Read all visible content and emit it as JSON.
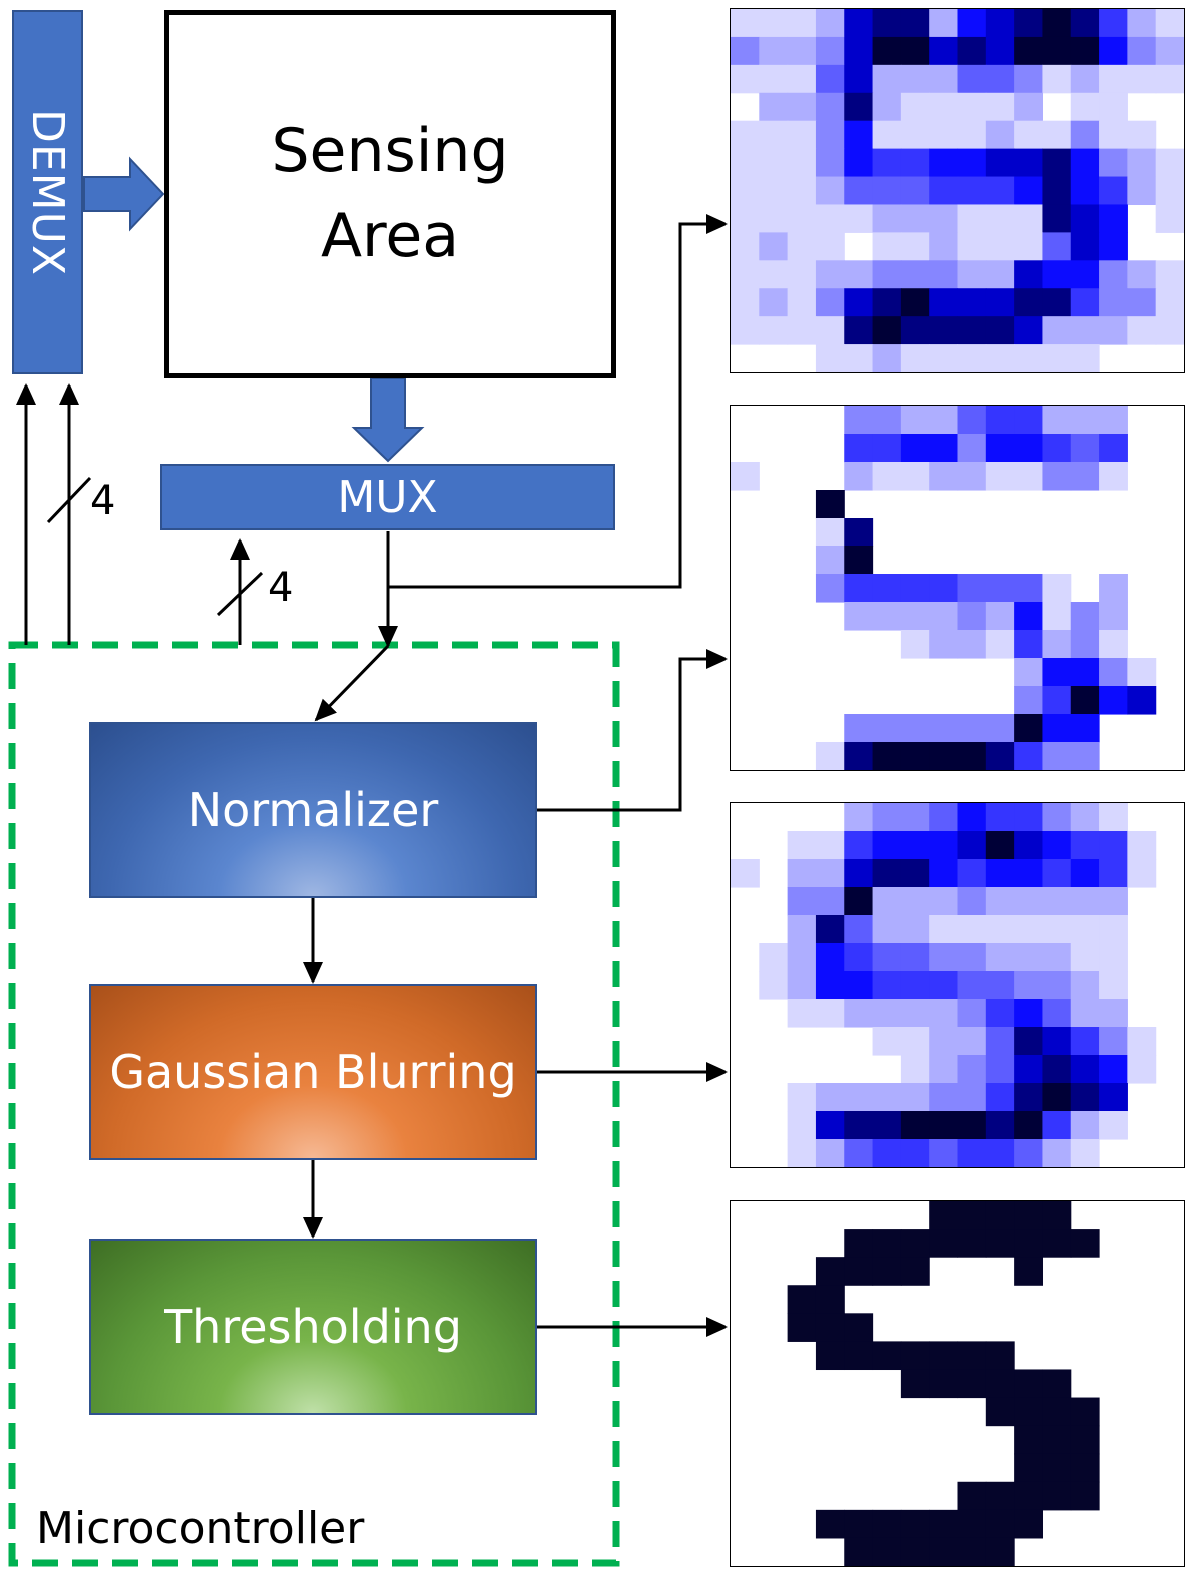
{
  "blocks": {
    "demux": "DEMUX",
    "sensing_area": "Sensing\nArea",
    "mux": "MUX",
    "normalizer": "Normalizer",
    "gaussian": "Gaussian Blurring",
    "thresholding": "Thresholding",
    "microcontroller": "Microcontroller"
  },
  "bus_widths": {
    "demux_bus": "4",
    "mux_bus": "4"
  },
  "colors": {
    "block_blue": "#4472c4",
    "microcontroller_border": "#00b050",
    "heatmap_dark": "#000033",
    "binary_ink": "#05052a"
  },
  "outputs": [
    "raw-sensor-heatmap",
    "normalized-heatmap",
    "blurred-heatmap",
    "thresholded-binary-image"
  ]
}
